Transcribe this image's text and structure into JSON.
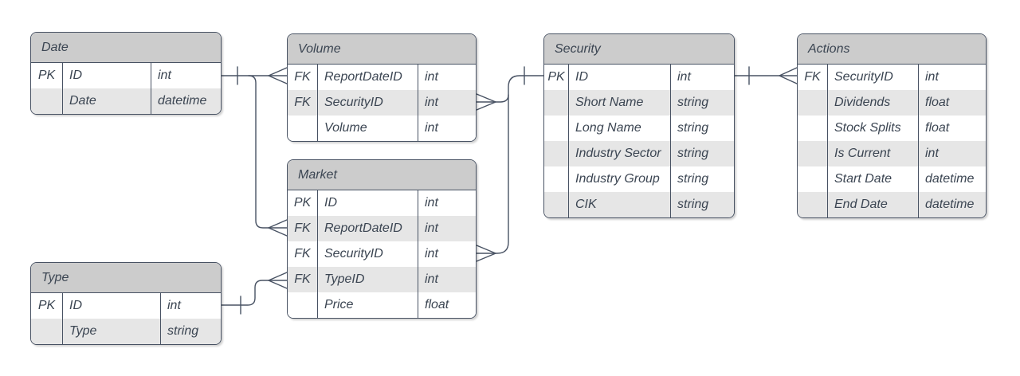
{
  "diagram": {
    "type": "entity-relationship",
    "notation": "crow's foot",
    "colors": {
      "header_bg": "#cccccc",
      "row_bg": "#ffffff",
      "row_alt_bg": "#e6e6e6",
      "line": "#485263",
      "text": "#3b4552"
    }
  },
  "entities": [
    {
      "title": "Date",
      "columns": [
        {
          "key": "PK",
          "name": "ID",
          "type": "int"
        },
        {
          "key": "",
          "name": "Date",
          "type": "datetime"
        }
      ]
    },
    {
      "title": "Volume",
      "columns": [
        {
          "key": "FK",
          "name": "ReportDateID",
          "type": "int"
        },
        {
          "key": "FK",
          "name": "SecurityID",
          "type": "int"
        },
        {
          "key": "",
          "name": "Volume",
          "type": "int"
        }
      ]
    },
    {
      "title": "Security",
      "columns": [
        {
          "key": "PK",
          "name": "ID",
          "type": "int"
        },
        {
          "key": "",
          "name": "Short Name",
          "type": "string"
        },
        {
          "key": "",
          "name": "Long Name",
          "type": "string"
        },
        {
          "key": "",
          "name": "Industry Sector",
          "type": "string"
        },
        {
          "key": "",
          "name": "Industry Group",
          "type": "string"
        },
        {
          "key": "",
          "name": "CIK",
          "type": "string"
        }
      ]
    },
    {
      "title": "Actions",
      "columns": [
        {
          "key": "FK",
          "name": "SecurityID",
          "type": "int"
        },
        {
          "key": "",
          "name": "Dividends",
          "type": "float"
        },
        {
          "key": "",
          "name": "Stock Splits",
          "type": "float"
        },
        {
          "key": "",
          "name": "Is Current",
          "type": "int"
        },
        {
          "key": "",
          "name": "Start Date",
          "type": "datetime"
        },
        {
          "key": "",
          "name": "End Date",
          "type": "datetime"
        }
      ]
    },
    {
      "title": "Market",
      "columns": [
        {
          "key": "PK",
          "name": "ID",
          "type": "int"
        },
        {
          "key": "FK",
          "name": "ReportDateID",
          "type": "int"
        },
        {
          "key": "FK",
          "name": "SecurityID",
          "type": "int"
        },
        {
          "key": "FK",
          "name": "TypeID",
          "type": "int"
        },
        {
          "key": "",
          "name": "Price",
          "type": "float"
        }
      ]
    },
    {
      "title": "Type",
      "columns": [
        {
          "key": "PK",
          "name": "ID",
          "type": "int"
        },
        {
          "key": "",
          "name": "Type",
          "type": "string"
        }
      ]
    }
  ],
  "relationships": [
    {
      "from": "Date.ID",
      "to": "Volume.ReportDateID",
      "cardinality": "one-to-many"
    },
    {
      "from": "Date.ID",
      "to": "Market.ReportDateID",
      "cardinality": "one-to-many"
    },
    {
      "from": "Security.ID",
      "to": "Volume.SecurityID",
      "cardinality": "one-to-many"
    },
    {
      "from": "Security.ID",
      "to": "Market.SecurityID",
      "cardinality": "one-to-many"
    },
    {
      "from": "Security.ID",
      "to": "Actions.SecurityID",
      "cardinality": "one-to-many"
    },
    {
      "from": "Type.ID",
      "to": "Market.TypeID",
      "cardinality": "one-to-many"
    }
  ]
}
